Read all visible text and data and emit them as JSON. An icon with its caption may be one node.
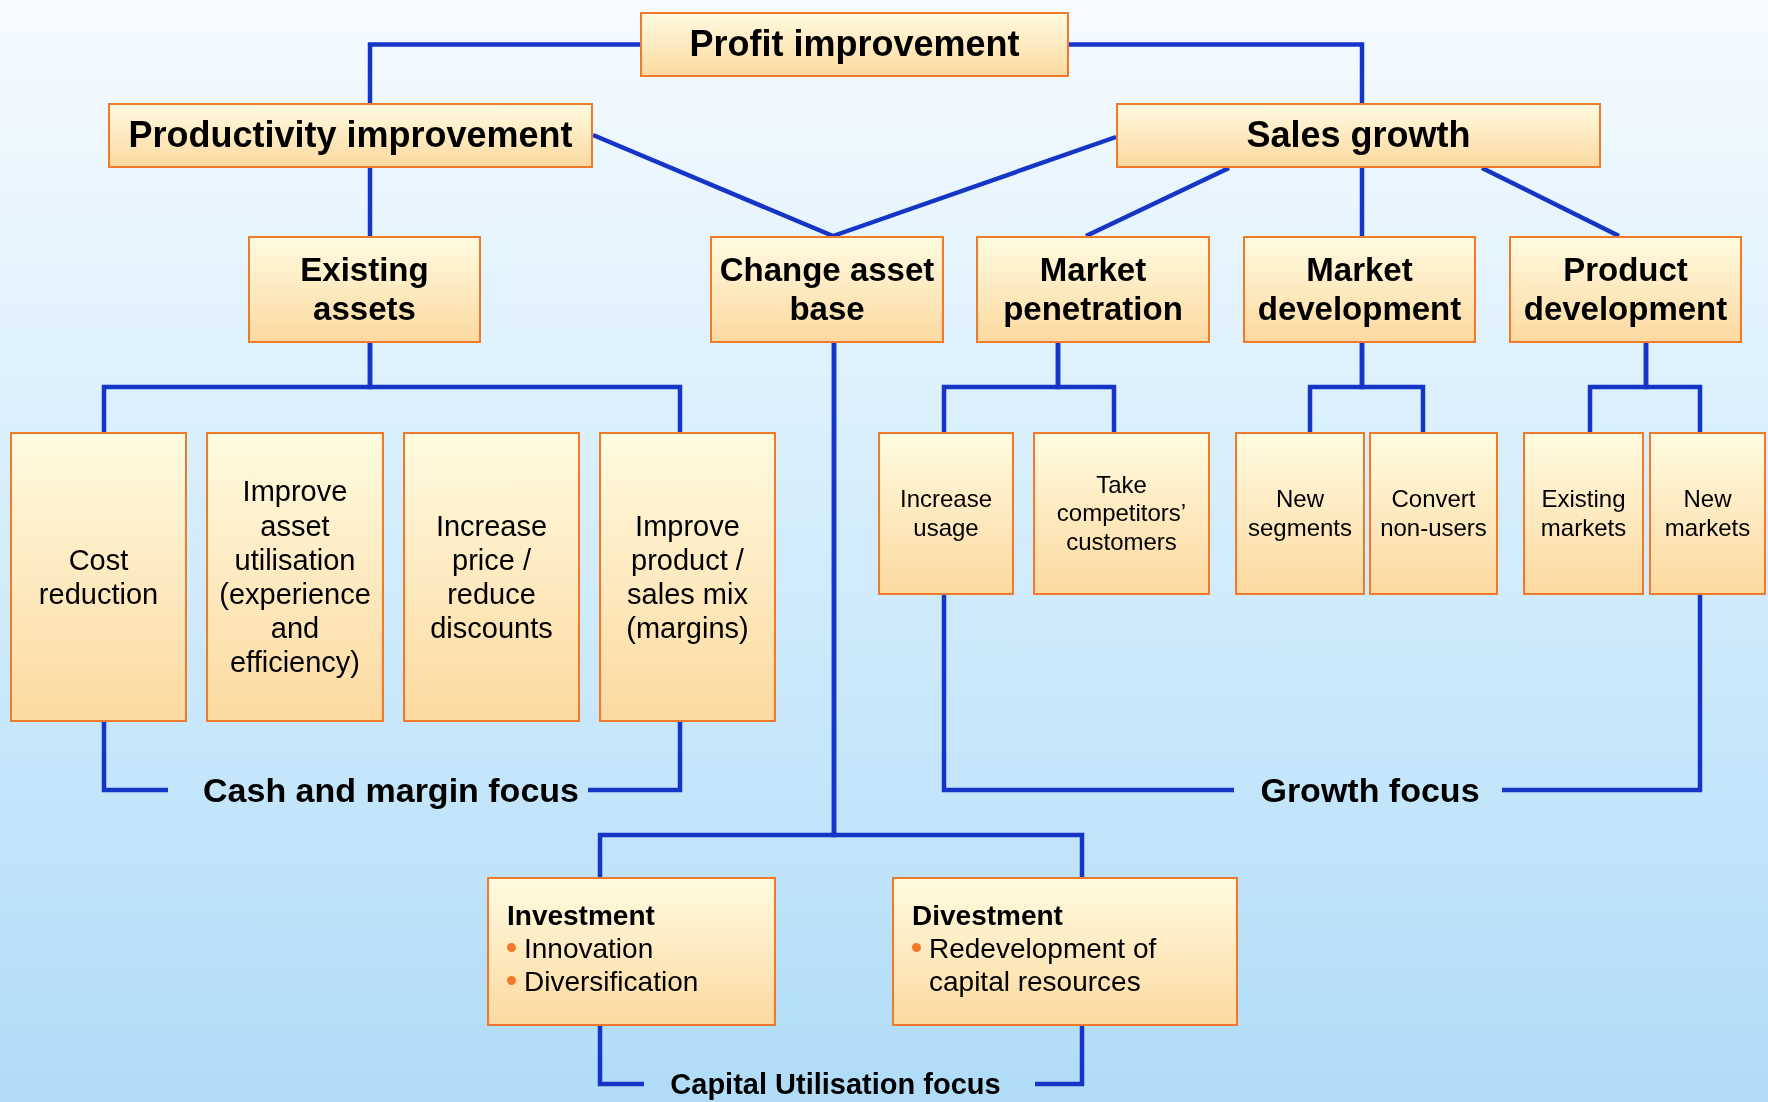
{
  "diagram": {
    "nodes": [
      {
        "text": [
          "Profit improvement"
        ]
      },
      {
        "text": [
          "Productivity improvement"
        ]
      },
      {
        "text": [
          "Sales growth"
        ]
      },
      {
        "text": [
          "Existing assets"
        ]
      },
      {
        "text": [
          "Change asset base"
        ]
      },
      {
        "text": [
          "Market penetration"
        ]
      },
      {
        "text": [
          "Market development"
        ]
      },
      {
        "text": [
          "Product development"
        ]
      },
      {
        "text": [
          "Cost reduction"
        ]
      },
      {
        "text": [
          "Improve asset utilisation (experience and efficiency)"
        ]
      },
      {
        "text": [
          "Increase price / reduce discounts"
        ]
      },
      {
        "text": [
          "Improve product / sales mix (margins)"
        ]
      },
      {
        "text": [
          "Increase usage"
        ]
      },
      {
        "text": [
          "Take competitors’ customers"
        ]
      },
      {
        "text": [
          "New segments"
        ]
      },
      {
        "text": [
          "Convert non-users"
        ]
      },
      {
        "text": [
          "Existing markets"
        ]
      },
      {
        "text": [
          "New markets"
        ]
      },
      {
        "text": [
          "Investment",
          "Innovation",
          "Diversification"
        ]
      },
      {
        "text": [
          "Divestment",
          "Redevelopment of capital resources"
        ]
      },
      {
        "text": [
          "Cash and margin focus"
        ]
      },
      {
        "text": [
          "Growth focus"
        ]
      },
      {
        "text": [
          "Capital Utilisation focus"
        ]
      }
    ],
    "edges": [
      {
        "from": 0,
        "to": 1,
        "arrow": "none"
      },
      {
        "from": 0,
        "to": 2,
        "arrow": "none"
      },
      {
        "from": 1,
        "to": 3,
        "arrow": "none"
      },
      {
        "from": 1,
        "to": 4,
        "arrow": "none"
      },
      {
        "from": 2,
        "to": 4,
        "arrow": "none"
      },
      {
        "from": 2,
        "to": 5,
        "arrow": "none"
      },
      {
        "from": 2,
        "to": 6,
        "arrow": "none"
      },
      {
        "from": 2,
        "to": 7,
        "arrow": "none"
      },
      {
        "from": 3,
        "to": 8,
        "arrow": "none"
      },
      {
        "from": 3,
        "to": 11,
        "arrow": "none"
      },
      {
        "from": 5,
        "to": 12,
        "arrow": "none"
      },
      {
        "from": 5,
        "to": 13,
        "arrow": "none"
      },
      {
        "from": 6,
        "to": 14,
        "arrow": "none"
      },
      {
        "from": 6,
        "to": 15,
        "arrow": "none"
      },
      {
        "from": 7,
        "to": 16,
        "arrow": "none"
      },
      {
        "from": 7,
        "to": 17,
        "arrow": "none"
      },
      {
        "from": 4,
        "to": 18,
        "arrow": "none"
      },
      {
        "from": 4,
        "to": 19,
        "arrow": "none"
      },
      {
        "from": 8,
        "to": 20,
        "arrow": "none"
      },
      {
        "from": 11,
        "to": 20,
        "arrow": "none"
      },
      {
        "from": 12,
        "to": 21,
        "arrow": "none"
      },
      {
        "from": 17,
        "to": 21,
        "arrow": "none"
      },
      {
        "from": 18,
        "to": 22,
        "arrow": "none"
      },
      {
        "from": 19,
        "to": 22,
        "arrow": "none"
      }
    ]
  }
}
